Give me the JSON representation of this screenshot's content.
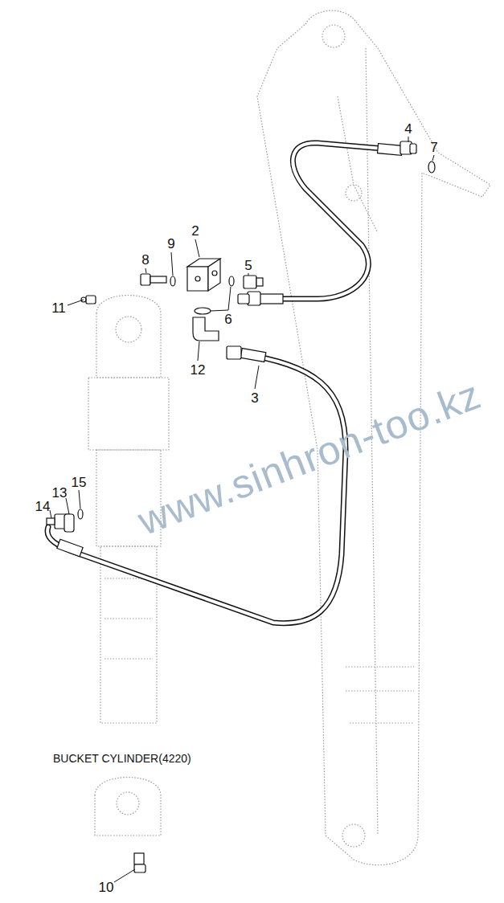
{
  "diagram": {
    "labels": [
      "4",
      "7",
      "2",
      "9",
      "8",
      "5",
      "11",
      "6",
      "12",
      "3",
      "15",
      "13",
      "14",
      "BUCKET CYLINDER(4220)",
      "10",
      "www.sinhron-too.kz"
    ]
  }
}
